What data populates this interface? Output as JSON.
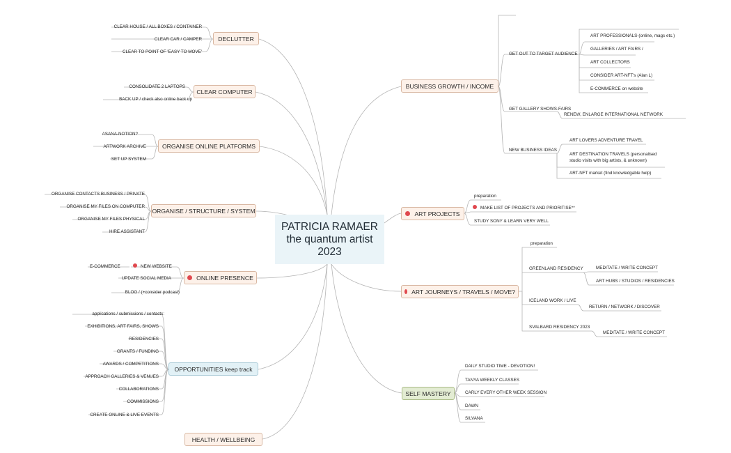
{
  "center": {
    "line1": "PATRICIA RAMAER",
    "line2": "the quantum artist",
    "line3": "2023"
  },
  "left": {
    "declutter": {
      "label": "DECLUTTER",
      "items": [
        "CLEAR HOUSE / ALL BOXES / CONTAINER",
        "CLEAR CAR / CAMPER",
        "CLEAR TO POINT OF 'EASY TO MOVE'"
      ]
    },
    "clear_computer": {
      "label": "CLEAR COMPUTER",
      "items": [
        "CONSOLIDATE 2 LAPTOPS",
        "BACK UP / check also online back up"
      ]
    },
    "platforms": {
      "label": "ORGANISE ONLINE PLATFORMS",
      "items": [
        "ASANA-NOTION?",
        "ARTWORK ARCHIVE",
        "SET UP SYSTEM"
      ]
    },
    "structure": {
      "label": "ORGANISE / STRUCTURE / SYSTEM",
      "items": [
        "ORGANISE CONTACTS BUSINESS / PRIVATE",
        "ORGANISE MY FILES ON COMPUTER",
        "ORGANISE MY FILES PHYSICAL",
        "HIRE ASSISTANT"
      ]
    },
    "online": {
      "label": "ONLINE PRESENCE",
      "items": [
        "NEW WEBSITE",
        "UPDATE SOCIAL MEDIA",
        "BLOG  / (+consider podcast)"
      ],
      "sub": "E-COMMERCE"
    },
    "opportunities": {
      "label": "OPPORTUNITIES keep track",
      "items": [
        "applications / submissions / contacts:",
        "EXHIBITIONS, ART FAIRS, SHOWS",
        "RESIDENCIES",
        "GRANTS / FUNDING",
        "AWARDS / COMPETITIONS",
        "APPROACH GALLERIES & VENUES",
        "COLLABORATIONS",
        "COMMISSIONS",
        "CREATE ONLINE & LIVE EVENTS"
      ]
    },
    "health": {
      "label": "HEALTH / WELLBEING"
    }
  },
  "right": {
    "business": {
      "label": "BUSINESS GROWTH / INCOME",
      "target": "GET OUT TO TARGET AUDIENCE",
      "target_items": [
        "ART PROFESSIONALS-(online, mags etc.)",
        "GALLERIES / ART FAIRS /",
        "ART COLLECTORS",
        "CONSIDER ART-NFT's (Alan L)",
        "E-COMMERCE on website"
      ],
      "shows": "GET GALLERY SHOWS-FAIRS",
      "shows_items": [
        "RENEW,  ENLARGE INTERNATIONAL NETWORK"
      ],
      "ideas": "NEW BUSINESS IDEAS",
      "ideas_items": [
        "ART LOVERS ADVENTURE TRAVEL",
        "ART DESTINATION TRAVELS (personalised",
        "studio visits with big artists, & unknown)",
        "ART-NFT market (find knowledgable help)"
      ]
    },
    "projects": {
      "label": "ART PROJECTS",
      "items": [
        "preparation",
        "MAKE LIST OF PROJECTS AND PRIORITISE**",
        "STUDY SONY & LEARN VERY WELL"
      ]
    },
    "journeys": {
      "label": "ART JOURNEYS / TRAVELS / MOVE?",
      "prep": "preparation",
      "greenland": "GREENLAND RESIDENCY",
      "greenland_items": [
        "MEDITATE / WRITE CONCEPT",
        "ART HUBS / STUDIOS / RESIDENCIES"
      ],
      "iceland": "ICELAND WORK / LIVE",
      "iceland_items": [
        "RETURN / NETWORK / DISCOVER"
      ],
      "svalbard": "SVALBARD RESIDENCY 2023",
      "svalbard_items": [
        "MEDITATE / WRITE CONCEPT"
      ]
    },
    "self": {
      "label": "SELF MASTERY",
      "items": [
        "DAILY STUDIO TIME - DEVOTION!",
        "TANYA WEEKLY CLASSES",
        "CARLY EVERY OTHER WEEK SESSION",
        "DAWN",
        "SILVANA"
      ]
    }
  },
  "colors": {
    "line": "#b5b5b5",
    "dot": "#e0484e",
    "center_bg": "#eaf4f8",
    "branch_bg": "#fdf1e9",
    "blue_bg": "#e2f1f6",
    "green_bg": "#e3ecd3"
  }
}
